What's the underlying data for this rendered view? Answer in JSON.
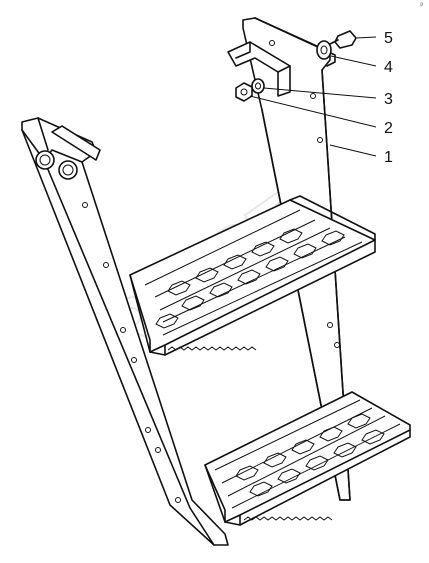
{
  "callouts": [
    {
      "id": "1",
      "label": "1"
    },
    {
      "id": "2",
      "label": "2"
    },
    {
      "id": "3",
      "label": "3"
    },
    {
      "id": "4",
      "label": "4"
    },
    {
      "id": "5",
      "label": "5"
    }
  ],
  "corner_mark": "ᵖ",
  "watermark": "ROST"
}
